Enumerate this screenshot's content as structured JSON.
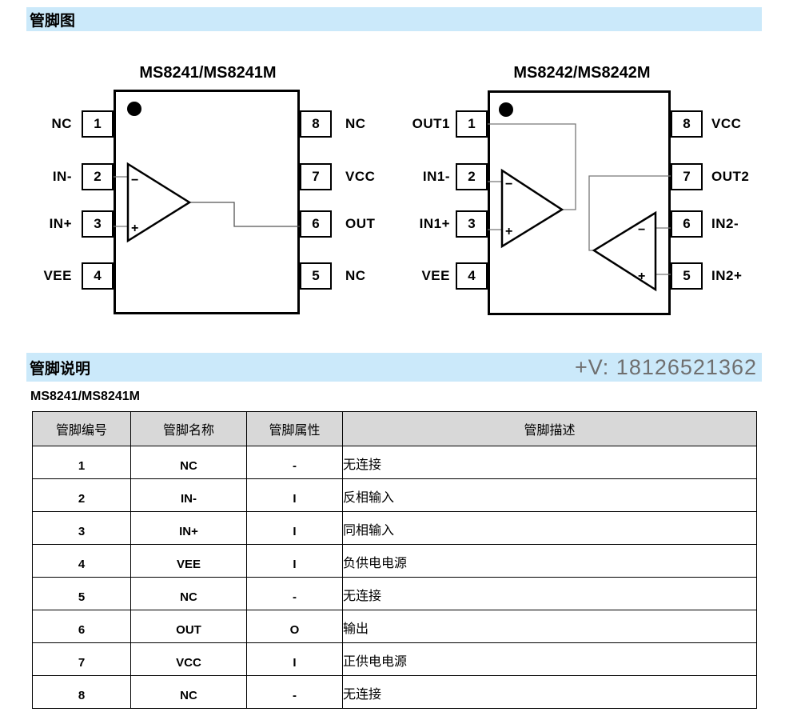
{
  "sections": {
    "pin_diagram_title": "管脚图",
    "pin_description_title": "管脚说明",
    "watermark": "+V: 18126521362",
    "table_subtitle": "MS8241/MS8241M"
  },
  "colors": {
    "band_blue": "#cbe9fa",
    "table_header_gray": "#d8d8d8",
    "watermark_gray": "#6f6f6f"
  },
  "ic1": {
    "title": "MS8241/MS8241M",
    "left_pins": [
      {
        "num": "1",
        "label": "NC"
      },
      {
        "num": "2",
        "label": "IN-"
      },
      {
        "num": "3",
        "label": "IN+"
      },
      {
        "num": "4",
        "label": "VEE"
      }
    ],
    "right_pins": [
      {
        "num": "8",
        "label": "NC"
      },
      {
        "num": "7",
        "label": "VCC"
      },
      {
        "num": "6",
        "label": "OUT"
      },
      {
        "num": "5",
        "label": "NC"
      }
    ],
    "opamp": {
      "minus": "−",
      "plus": "+"
    }
  },
  "ic2": {
    "title": "MS8242/MS8242M",
    "left_pins": [
      {
        "num": "1",
        "label": "OUT1"
      },
      {
        "num": "2",
        "label": "IN1-"
      },
      {
        "num": "3",
        "label": "IN1+"
      },
      {
        "num": "4",
        "label": "VEE"
      }
    ],
    "right_pins": [
      {
        "num": "8",
        "label": "VCC"
      },
      {
        "num": "7",
        "label": "OUT2"
      },
      {
        "num": "6",
        "label": "IN2-"
      },
      {
        "num": "5",
        "label": "IN2+"
      }
    ],
    "opamp_a": {
      "minus": "−",
      "plus": "+"
    },
    "opamp_b": {
      "minus": "−",
      "plus": "+"
    }
  },
  "table": {
    "headers": [
      "管脚编号",
      "管脚名称",
      "管脚属性",
      "管脚描述"
    ],
    "rows": [
      {
        "num": "1",
        "name": "NC",
        "attr": "-",
        "desc": "无连接"
      },
      {
        "num": "2",
        "name": "IN-",
        "attr": "I",
        "desc": "反相输入"
      },
      {
        "num": "3",
        "name": "IN+",
        "attr": "I",
        "desc": "同相输入"
      },
      {
        "num": "4",
        "name": "VEE",
        "attr": "I",
        "desc": "负供电电源"
      },
      {
        "num": "5",
        "name": "NC",
        "attr": "-",
        "desc": "无连接"
      },
      {
        "num": "6",
        "name": "OUT",
        "attr": "O",
        "desc": "输出"
      },
      {
        "num": "7",
        "name": "VCC",
        "attr": "I",
        "desc": "正供电电源"
      },
      {
        "num": "8",
        "name": "NC",
        "attr": "-",
        "desc": "无连接"
      }
    ]
  }
}
